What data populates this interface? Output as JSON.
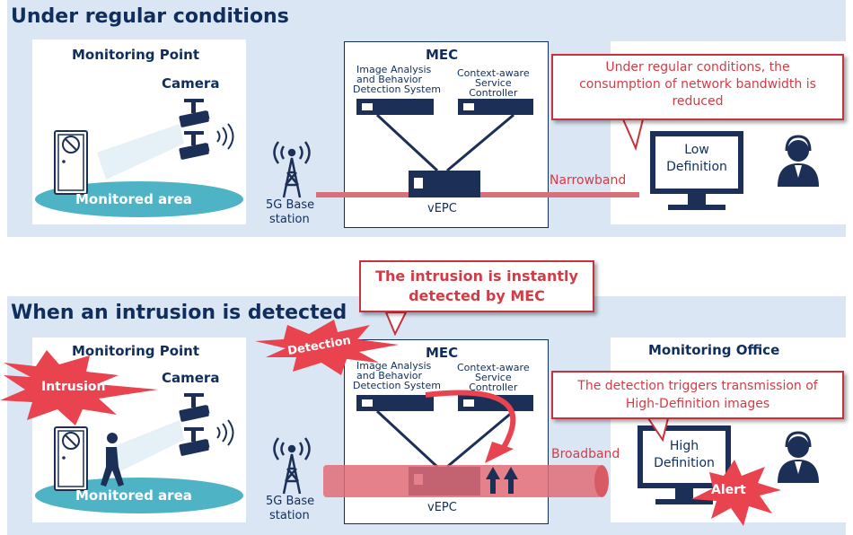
{
  "top": {
    "title": "Under regular conditions",
    "monitoring_point": "Monitoring Point",
    "camera": "Camera",
    "monitored_area": "Monitored area",
    "base_station_line1": "5G Base",
    "base_station_line2": "station",
    "mec": "MEC",
    "image_analysis_line1": "Image Analysis",
    "image_analysis_line2": "and Behavior",
    "image_analysis_line3": "Detection System",
    "context_line1": "Context-aware",
    "context_line2": "Service",
    "context_line3": "Controller",
    "vepc": "vEPC",
    "band": "Narrowband",
    "callout_line1": "Under regular conditions, the",
    "callout_line2": "consumption of network bandwidth is",
    "callout_line3": "reduced",
    "monitor_line1": "Low",
    "monitor_line2": "Definition"
  },
  "bottom": {
    "title": "When an intrusion is detected",
    "monitoring_point": "Monitoring Point",
    "camera": "Camera",
    "monitored_area": "Monitored area",
    "intrusion": "Intrusion",
    "detection": "Detection",
    "base_station_line1": "5G Base",
    "base_station_line2": "station",
    "mec": "MEC",
    "image_analysis_line1": "Image Analysis",
    "image_analysis_line2": "and Behavior",
    "image_analysis_line3": "Detection System",
    "context_line1": "Context-aware",
    "context_line2": "Service",
    "context_line3": "Controller",
    "vepc": "vEPC",
    "band": "Broadband",
    "mec_callout_line1": "The intrusion is instantly",
    "mec_callout_line2": "detected by MEC",
    "monitoring_office": "Monitoring Office",
    "callout_line1": "The detection triggers transmission of",
    "callout_line2": "High-Definition images",
    "monitor_line1": "High",
    "monitor_line2": "Definition",
    "alert": "Alert"
  },
  "colors": {
    "panel": "#dbe6f5",
    "navy": "#0f2e5c",
    "red": "#d23c46",
    "teal": "#4fb3c6"
  }
}
